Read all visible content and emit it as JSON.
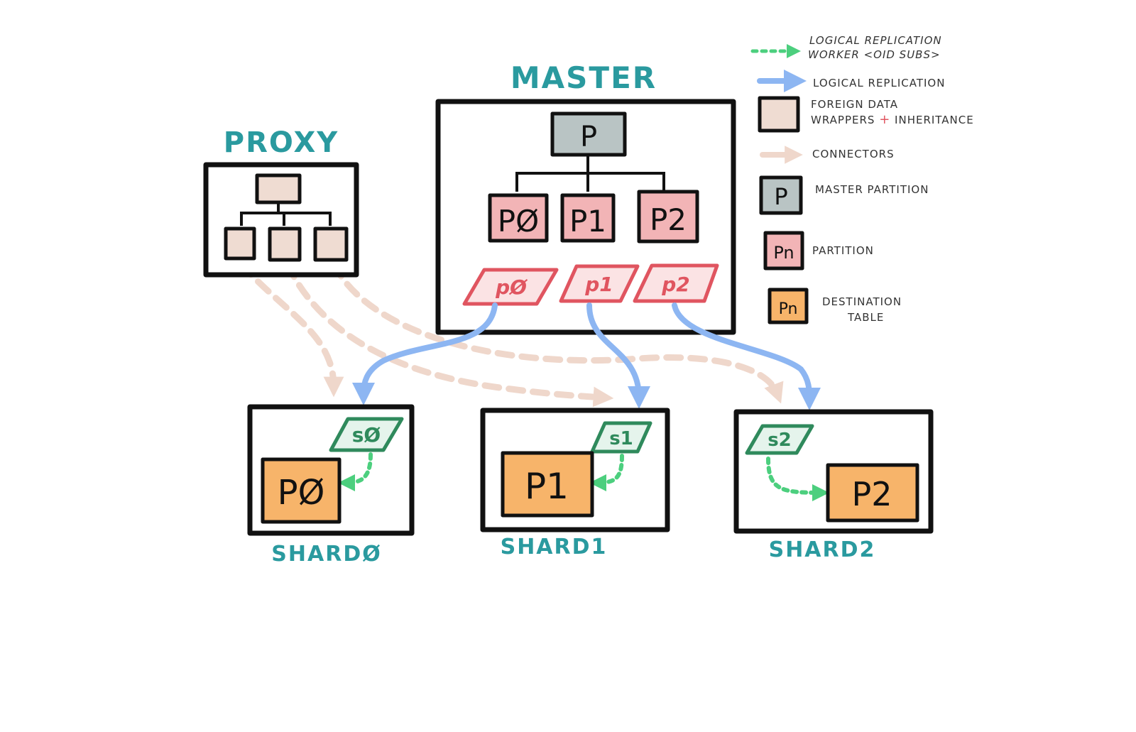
{
  "titles": {
    "master": "MASTER",
    "proxy": "PROXY",
    "shard0": "SHARDØ",
    "shard1": "SHARD1",
    "shard2": "SHARD2"
  },
  "master": {
    "parent": "P",
    "partitions": [
      "PØ",
      "P1",
      "P2"
    ],
    "publications": [
      "pØ",
      "p1",
      "p2"
    ]
  },
  "shards": [
    {
      "subscription": "sØ",
      "table": "PØ"
    },
    {
      "subscription": "s1",
      "table": "P1"
    },
    {
      "subscription": "s2",
      "table": "P2"
    }
  ],
  "legend": {
    "worker_line1": "LOGICAL REPLICATION",
    "worker_line2": "WORKER <OID SUBS>",
    "replication": "LOGICAL REPLICATION",
    "fdw_line1": "FOREIGN DATA",
    "fdw_line2a": "WRAPPERS ",
    "fdw_plus": "+",
    "fdw_line2b": " INHERITANCE",
    "connectors": "CONNECTORS",
    "master_icon": "P",
    "master_partition": "MASTER PARTITION",
    "partition_icon": "Pn",
    "partition": "PARTITION",
    "dest_icon": "Pn",
    "dest_line1": "DESTINATION",
    "dest_line2": "TABLE"
  },
  "colors": {
    "title": "#2a9a9f",
    "master_partition": "#b9c4c4",
    "partition": "#f2b4b6",
    "destination_table": "#f7b46a",
    "foreign_table": "#efdcd2",
    "publication": "#e05560",
    "subscription": "#2f8a5c",
    "replication_arrow": "#8db6f2",
    "worker_arrow": "#4ccf7e",
    "connector": "#efd7cb"
  }
}
